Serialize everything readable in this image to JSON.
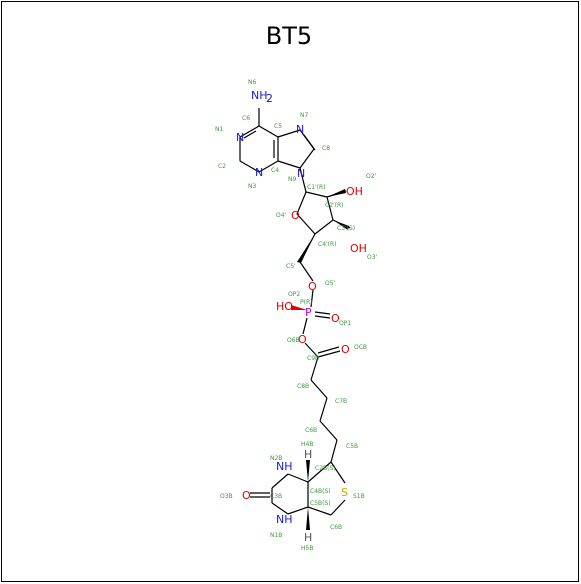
{
  "title": "BT5",
  "colors": {
    "carbon_bond": "#000000",
    "nitrogen": "#1b1bd6",
    "oxygen": "#e00000",
    "phosphorus": "#cc00cc",
    "sulfur": "#c8a800",
    "label": "#3a9a3a"
  },
  "atoms": {
    "nh2": "NH",
    "nh2_sub": "2",
    "n1": "N",
    "n3": "N",
    "n7": "N",
    "n9": "N",
    "o4p": "O",
    "o2p_oh": "OH",
    "o3p_oh": "OH",
    "o5p": "O",
    "p": "P",
    "op2_ho": "HO",
    "op1": "O",
    "o6b": "O",
    "o_cb": "O",
    "n2b": "NH",
    "n1b": "NH",
    "o3b": "O",
    "s1b": "S",
    "h4b": "H",
    "h5b": "H"
  },
  "labels": {
    "n6": "N6",
    "c6": "C6",
    "c5": "C5",
    "n7": "N7",
    "n1": "N1",
    "c8": "C8",
    "c2": "C2",
    "n3": "N3",
    "c4": "C4",
    "n9": "N9",
    "c1": "C1'(R)",
    "o2": "O2'",
    "c2p": "C2'(R)",
    "o4": "O4'",
    "c3": "C3'(S)",
    "c4p": "C4'(R)",
    "o3": "O3'",
    "c5p": "C5'",
    "o5": "O5'",
    "op2": "OP2",
    "pr": "P(R)",
    "op1": "OP1",
    "o6b": "O6B",
    "c9b": "C9B",
    "ocb": "OCB",
    "c8b": "C8B",
    "c7b": "C7B",
    "c6b": "C6B",
    "c5b": "C5B",
    "h4b": "H4B",
    "n2b": "N2B",
    "c2b": "C2B(S)",
    "c4b": "C4B(S)",
    "o3b": "O3B",
    "c3b": "C3B",
    "s1b": "S1B",
    "c5bs": "C5B(S)",
    "n1b": "N1B",
    "c6b2": "C6B",
    "h5b": "H5B"
  }
}
